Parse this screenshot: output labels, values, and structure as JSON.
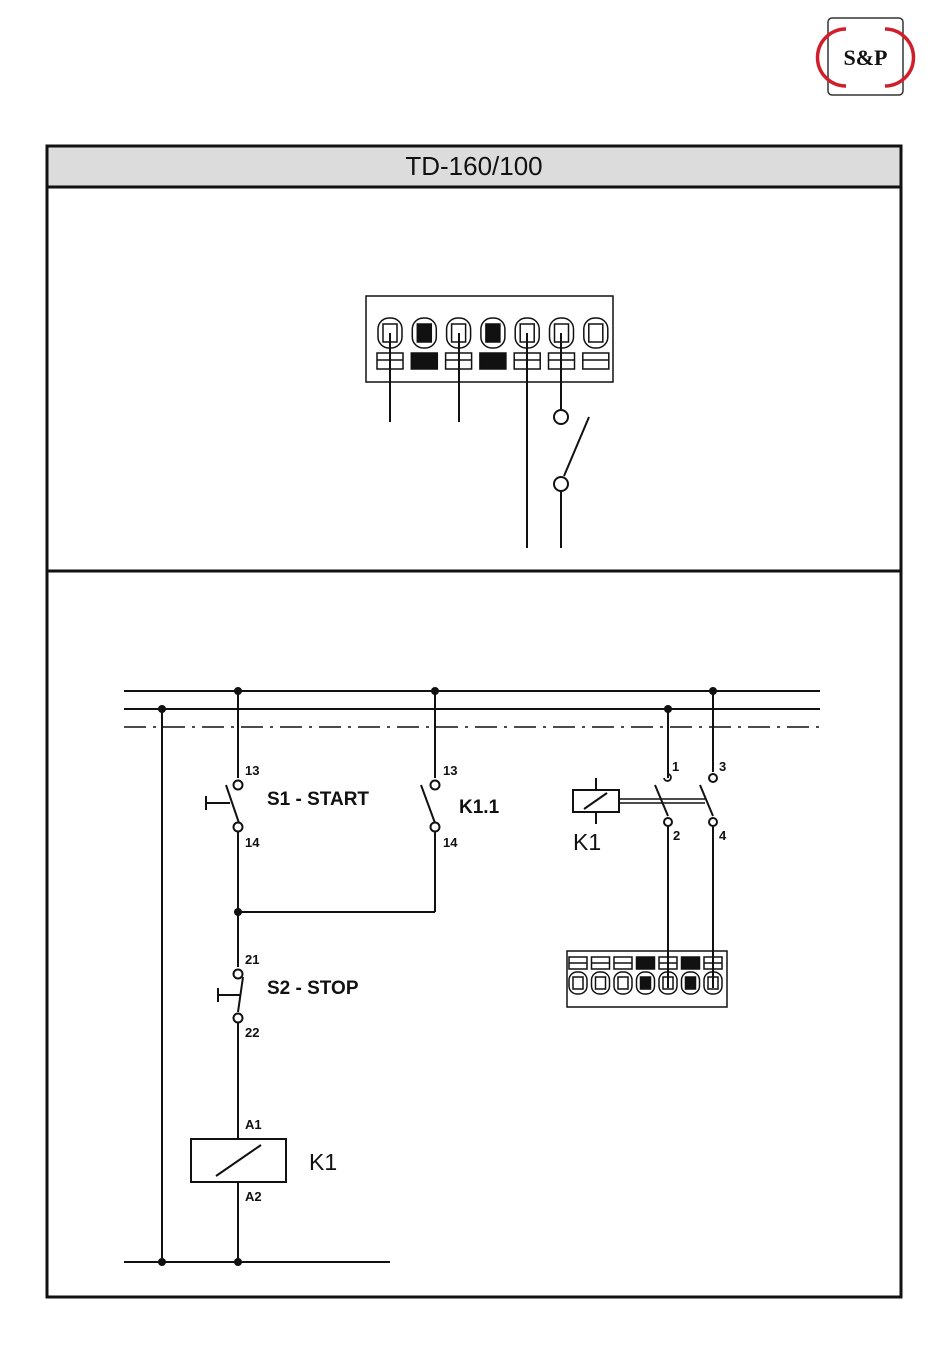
{
  "brand": {
    "logo_text": "S&P",
    "accent": "#d01f2a"
  },
  "header": {
    "title": "TD-160/100"
  },
  "top_panel": {
    "terminal_count": 7,
    "filled_terminals": [
      2,
      4
    ]
  },
  "bottom_panel": {
    "labels": {
      "s1_top": "13",
      "s1_bottom": "14",
      "s1_name": "S1 - START",
      "k11_top": "13",
      "k11_bottom": "14",
      "k11_name": "K1.1",
      "s2_top": "21",
      "s2_bottom": "22",
      "s2_name": "S2 - STOP",
      "coil_top": "A1",
      "coil_bottom": "A2",
      "coil_name": "K1",
      "contact1_top": "1",
      "contact1_bottom": "2",
      "contact2_top": "3",
      "contact2_bottom": "4",
      "relay_name": "K1"
    },
    "terminal_count": 7,
    "filled_terminals": [
      4,
      6
    ]
  },
  "colors": {
    "line": "#111111",
    "header_bg": "#dcdcdc",
    "fill": "#111111"
  }
}
